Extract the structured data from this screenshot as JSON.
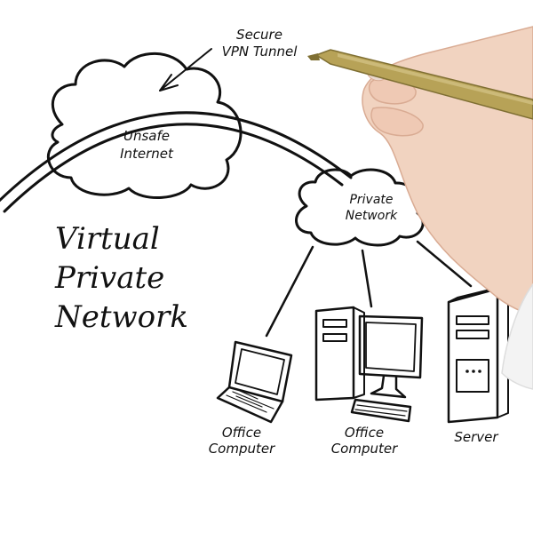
{
  "title": {
    "line1": "Virtual",
    "line2": "Private",
    "line3": "Network"
  },
  "labels": {
    "vpn_line1": "Secure",
    "vpn_line2": "VPN Tunnel",
    "internet_line1": "Unsafe",
    "internet_line2": "Internet",
    "private_line1": "Private",
    "private_line2": "Network",
    "laptop_line1": "Office",
    "laptop_line2": "Computer",
    "desktop_line1": "Office",
    "desktop_line2": "Computer",
    "server": "Server"
  },
  "colors": {
    "ink": "#111111",
    "pen_barrel": "#b7a257",
    "pen_shadow": "#7f6f33",
    "skin": "#f1d3c0",
    "skin_shadow": "#d9ab93",
    "sleeve": "#f3f3f3"
  },
  "icons": [
    "cloud-icon",
    "laptop-icon",
    "desktop-computer-icon",
    "server-tower-icon",
    "pen-icon"
  ]
}
